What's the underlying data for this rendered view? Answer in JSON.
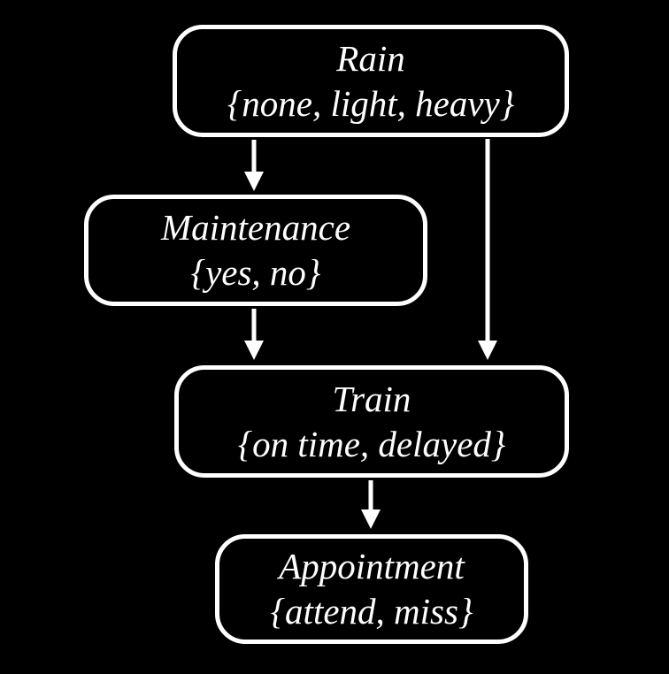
{
  "diagram": {
    "type": "bayesian-network",
    "background_color": "#000000",
    "node_border_color": "#ffffff",
    "text_color": "#ffffff",
    "nodes": [
      {
        "id": "rain",
        "title": "Rain",
        "values": "{none, light, heavy}"
      },
      {
        "id": "maintenance",
        "title": "Maintenance",
        "values": "{yes, no}"
      },
      {
        "id": "train",
        "title": "Train",
        "values": "{on time, delayed}"
      },
      {
        "id": "appointment",
        "title": "Appointment",
        "values": "{attend, miss}"
      }
    ],
    "edges": [
      {
        "from": "rain",
        "to": "maintenance"
      },
      {
        "from": "rain",
        "to": "train"
      },
      {
        "from": "maintenance",
        "to": "train"
      },
      {
        "from": "train",
        "to": "appointment"
      }
    ]
  }
}
